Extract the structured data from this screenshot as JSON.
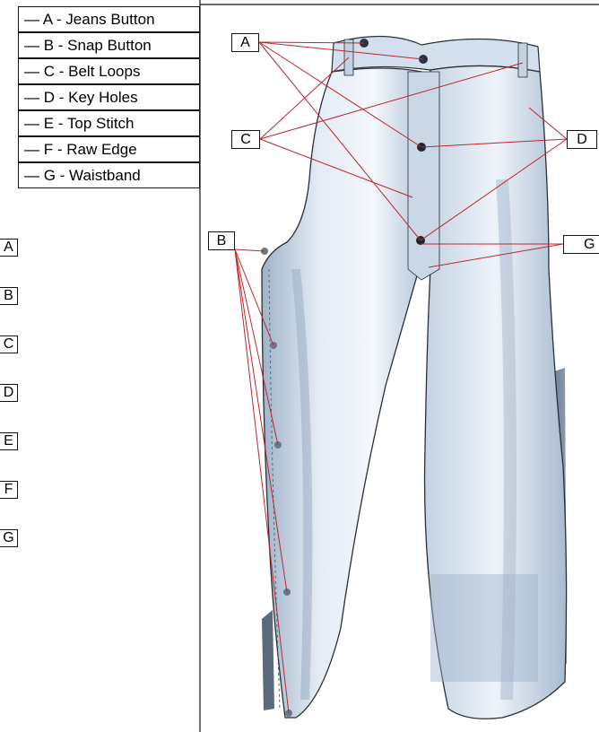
{
  "legend": [
    "— A - Jeans Button",
    "— B - Snap Button",
    "— C - Belt Loops",
    "— D - Key Holes",
    "— E - Top Stitch",
    "— F - Raw Edge",
    "— G - Waistband"
  ],
  "side_tags": [
    "A",
    "B",
    "C",
    "D",
    "E",
    "F",
    "G"
  ],
  "callouts": {
    "a": "A",
    "b": "B",
    "c": "C",
    "d": "D",
    "g": "G"
  },
  "colors": {
    "leader_line": "#c0262d",
    "denim_light": "#e4ecf5",
    "denim_mid": "#b9c9dc",
    "denim_shadow": "#8a9fb6",
    "denim_dark": "#5f6f82",
    "outline": "#2a2f36"
  }
}
